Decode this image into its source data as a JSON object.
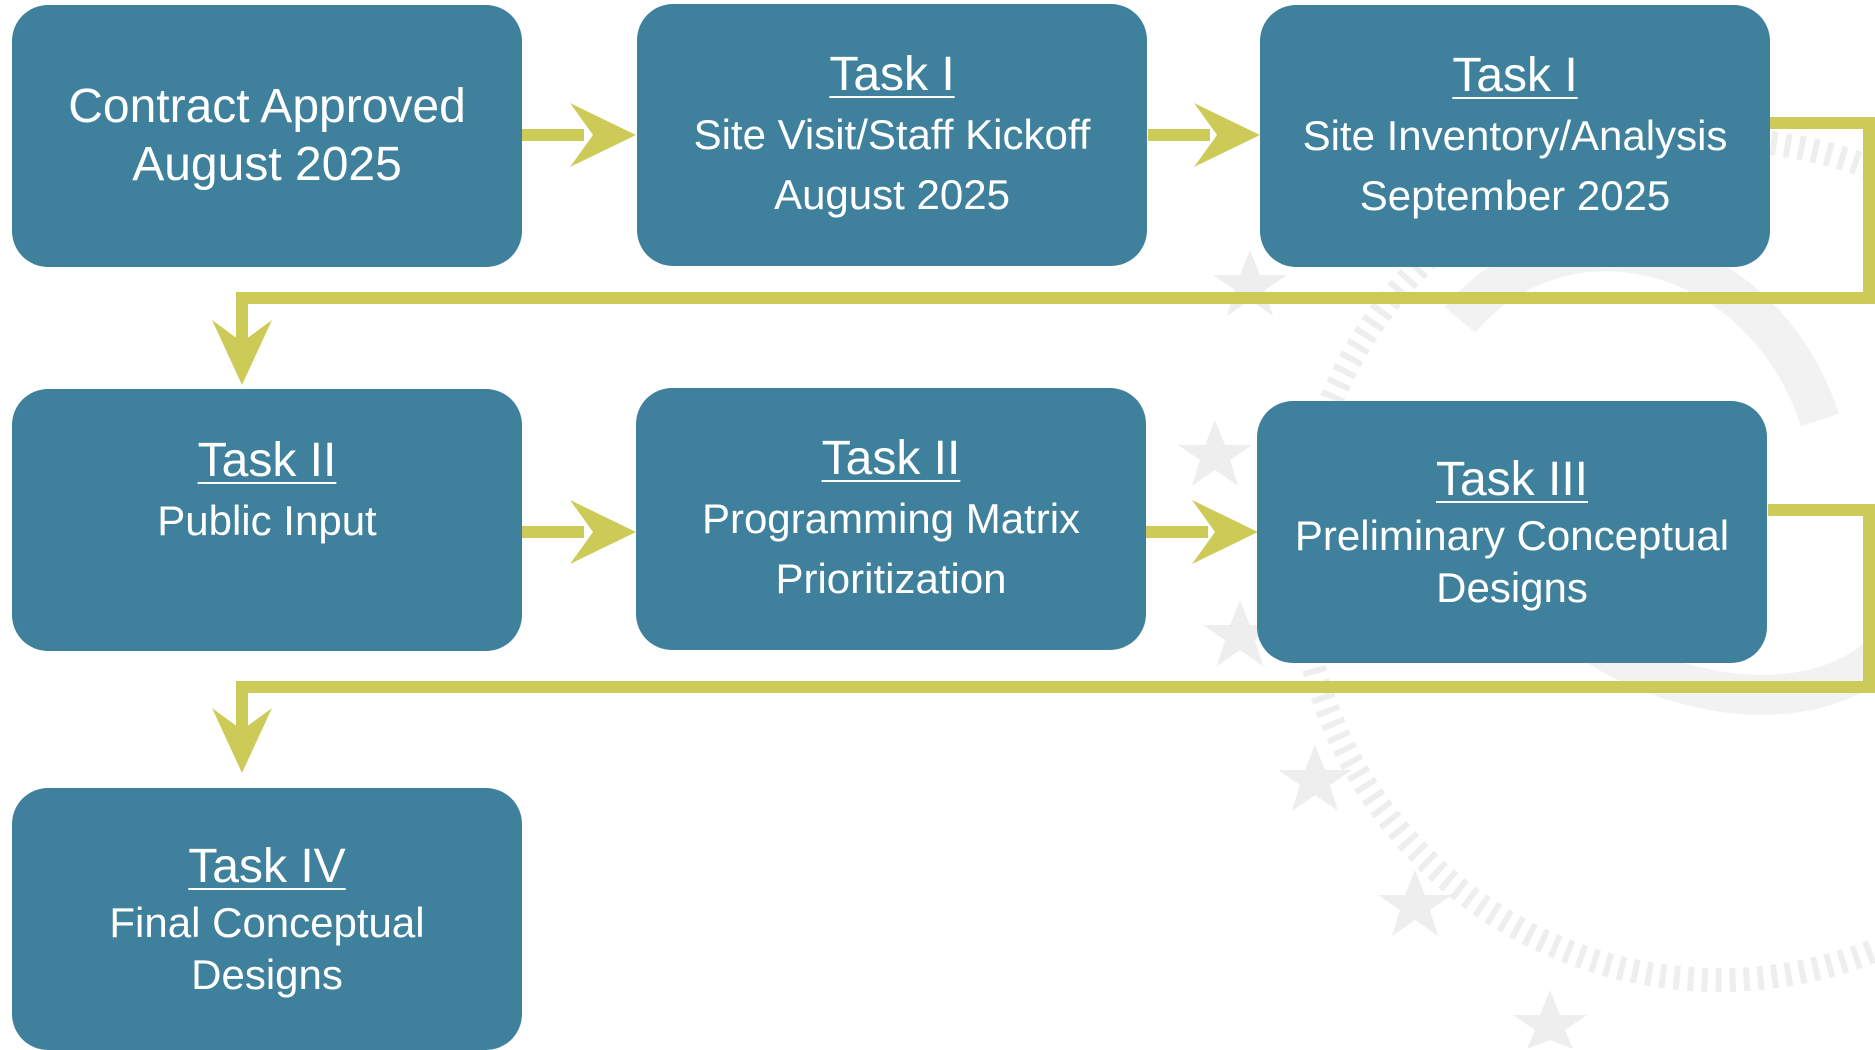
{
  "colors": {
    "box_fill": "#3f819c",
    "box_text": "#ffffff",
    "connector": "#cdcb58",
    "watermark": "#eeeeee",
    "background": "#ffffff"
  },
  "boxes": [
    {
      "task": "",
      "lines": [
        "Contract  Approved",
        "August 2025"
      ]
    },
    {
      "task": "Task I",
      "lines": [
        "Site Visit/Staff Kickoff",
        "August 2025"
      ]
    },
    {
      "task": "Task I",
      "lines": [
        "Site Inventory/Analysis",
        "September 2025"
      ]
    },
    {
      "task": "Task II",
      "lines": [
        "Public Input"
      ]
    },
    {
      "task": "Task II",
      "lines": [
        "Programming Matrix",
        "Prioritization"
      ]
    },
    {
      "task": "Task III",
      "lines": [
        "Preliminary Conceptual",
        "Designs"
      ]
    },
    {
      "task": "Task IV",
      "lines": [
        "Final Conceptual",
        "Designs"
      ]
    }
  ],
  "watermark_icon": "seal-watermark-icon"
}
